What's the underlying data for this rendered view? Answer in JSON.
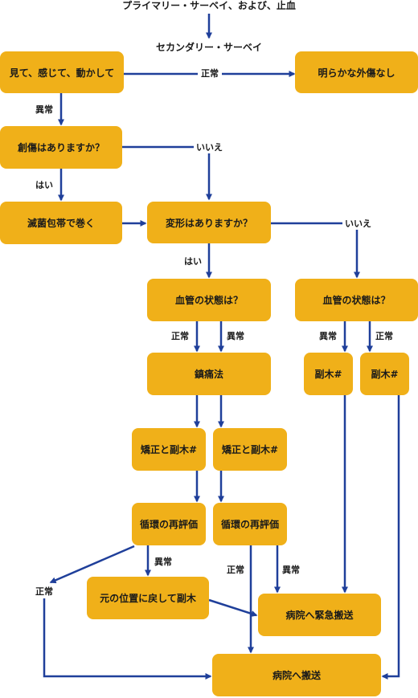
{
  "colors": {
    "box": "#f0b019",
    "arrow": "#1f3f9a",
    "text": "#1a1a1a"
  },
  "header": {
    "primary": "プライマリー・サーベイ、および、止血",
    "secondary": "セカンダリー・サーベイ"
  },
  "nodes": {
    "look_feel_move": "見て、感じて、動かして",
    "no_obvious_injury": "明らかな外傷なし",
    "wound_q": "創傷はありますか？",
    "sterile_wrap": "滅菌包帯で巻く",
    "deformity_q": "変形はありますか？",
    "vascular_q_left": "血管の状態は？",
    "vascular_q_right": "血管の状態は？",
    "analgesia": "鎮痛法",
    "correct_splint_a": "矯正と副木#",
    "correct_splint_b": "矯正と副木#",
    "splint_a": "副木#",
    "splint_b": "副木#",
    "reassess_a": "循環の再評価",
    "reassess_b": "循環の再評価",
    "reposition_splint": "元の位置に戻して副木",
    "emergency_transport": "病院へ緊急搬送",
    "transport": "病院へ搬送"
  },
  "labels": {
    "normal_top": "正常",
    "abnormal_top": "異常",
    "no_1": "いいえ",
    "yes_1": "はい",
    "no_2": "いいえ",
    "yes_2": "はい",
    "normal_l": "正常",
    "abnormal_l": "異常",
    "abnormal_r": "異常",
    "normal_r": "正常",
    "abnormal_ra": "異常",
    "normal_left_out": "正常",
    "normal_rb": "正常",
    "abnormal_rb": "異常"
  }
}
